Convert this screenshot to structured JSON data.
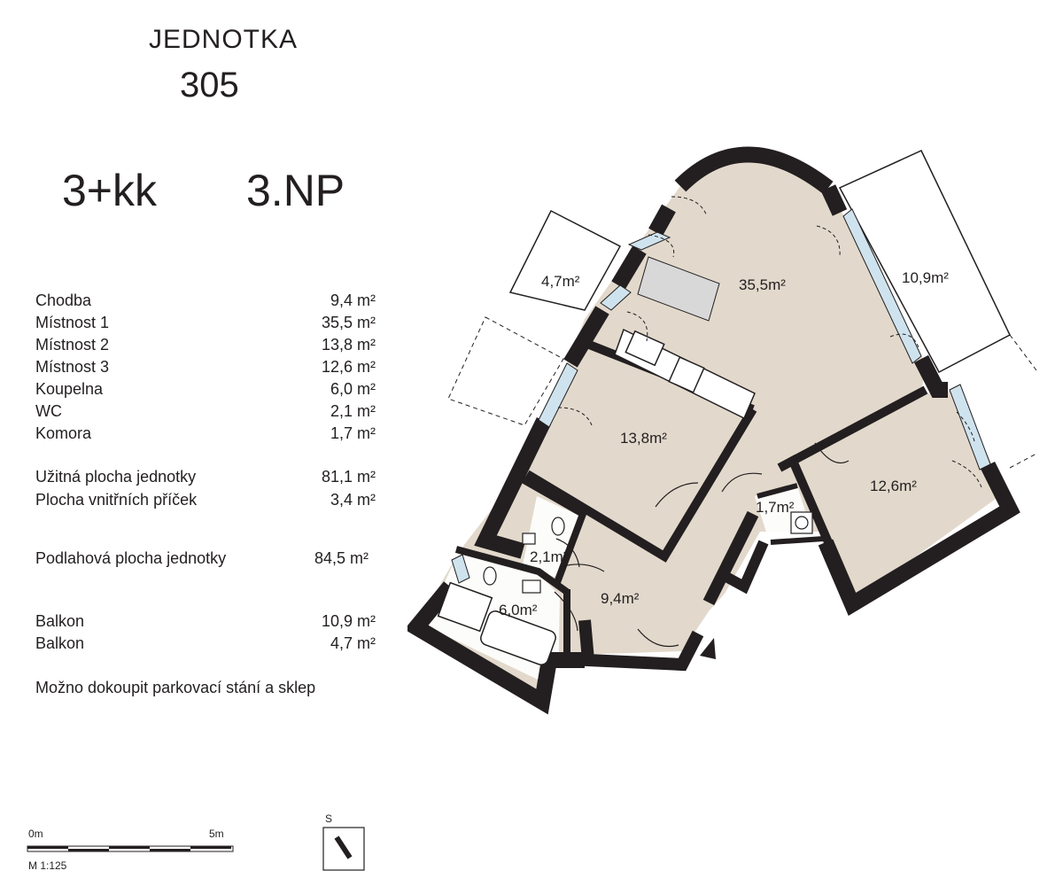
{
  "header": {
    "unit_label": "JEDNOTKA",
    "unit_number": "305"
  },
  "summary": {
    "layout": "3+kk",
    "floor": "3.NP"
  },
  "areas": [
    {
      "label": "Chodba",
      "value": "9,4 m²"
    },
    {
      "label": "Místnost 1",
      "value": "35,5 m²"
    },
    {
      "label": "Místnost 2",
      "value": "13,8 m²"
    },
    {
      "label": "Místnost 3",
      "value": "12,6 m²"
    },
    {
      "label": "Koupelna",
      "value": "6,0 m²"
    },
    {
      "label": "WC",
      "value": "2,1 m²"
    },
    {
      "label": "Komora",
      "value": "1,7 m²"
    }
  ],
  "totals": [
    {
      "label": "Užitná plocha jednotky",
      "value": "81,1 m²"
    },
    {
      "label": "Plocha vnitřních příček",
      "value": "3,4 m²"
    }
  ],
  "floor_area": {
    "label": "Podlahová plocha jednotky",
    "value": "84,5 m²"
  },
  "balconies": [
    {
      "label": "Balkon",
      "value": "10,9 m²"
    },
    {
      "label": "Balkon",
      "value": "4,7 m²"
    }
  ],
  "note": "Možno dokoupit parkovací stání a sklep",
  "scale": {
    "start": "0m",
    "end": "5m",
    "ratio": "M 1:125"
  },
  "compass": {
    "label": "S"
  },
  "plan_labels": {
    "balcony_small": "4,7m²",
    "living": "35,5m²",
    "balcony_large": "10,9m²",
    "room2": "13,8m²",
    "room3": "12,6m²",
    "storage": "1,7m²",
    "wc": "2,1m²",
    "hall": "9,4m²",
    "bath": "6,0m²"
  },
  "colors": {
    "floor_fill": "#e2d9cc",
    "wall": "#231f20",
    "window": "#cfe3ee",
    "counter": "#d8d8d8"
  }
}
